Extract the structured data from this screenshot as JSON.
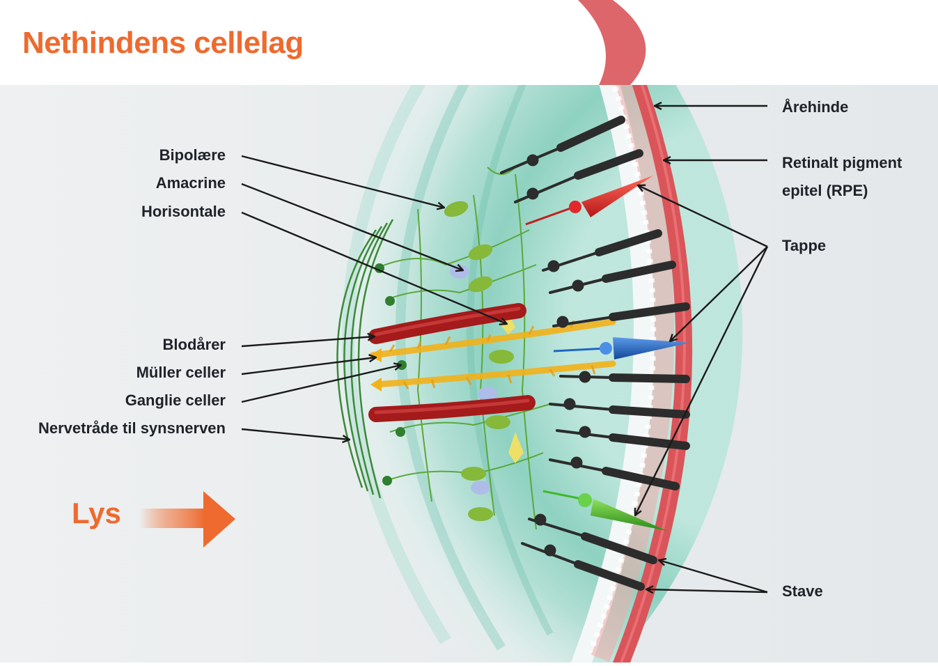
{
  "title": "Nethindens cellelag",
  "labels_left": {
    "bipolaere": "Bipolære",
    "amacrine": "Amacrine",
    "horisontale": "Horisontale",
    "blodaarer": "Blodårer",
    "muller": "Müller celler",
    "ganglie": "Ganglie celler",
    "nervetraade": "Nervetråde til synsnerven"
  },
  "labels_right": {
    "aarehinde": "Årehinde",
    "rpe_line1": "Retinalt pigment",
    "rpe_line2": "epitel (RPE)",
    "tappe": "Tappe",
    "stave": "Stave"
  },
  "light_label": "Lys",
  "colors": {
    "title": "#ee6a2e",
    "light_arrow": "#ee6a2e",
    "choroid": "#d9555a",
    "rpe": "#f0a9a8",
    "retina_tissue": "#8fd6c4",
    "cone_red": "#e0292b",
    "cone_blue": "#1f67c4",
    "cone_green": "#3fb82a",
    "rod": "#2c2c2c",
    "blood_vessel": "#a51a1a",
    "muller_cell": "#f2b21a",
    "neuron": "#86b83a"
  },
  "icons": {
    "light_arrow": "arrow-right-icon"
  }
}
